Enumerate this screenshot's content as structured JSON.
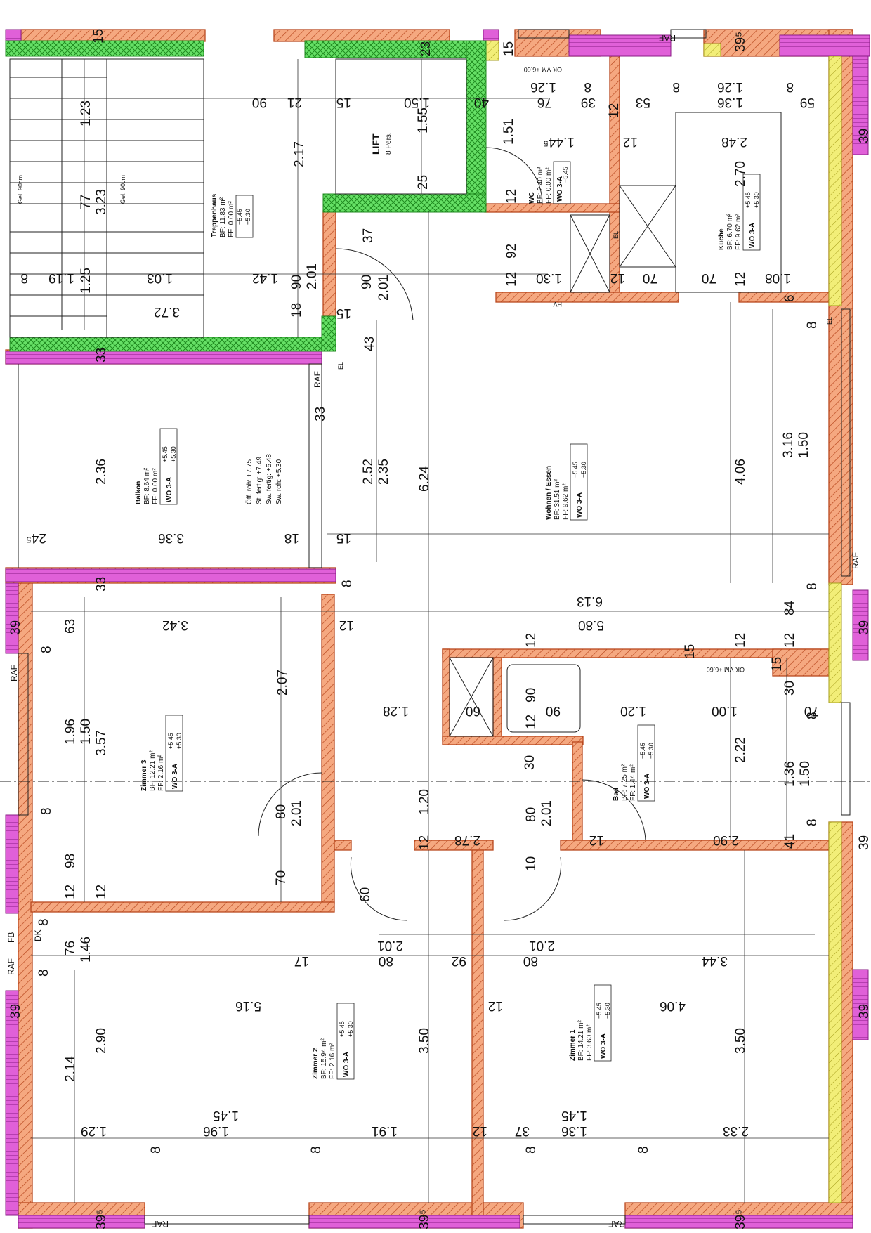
{
  "plan": {
    "colors": {
      "wall": "#f5a880",
      "wall_stroke": "#b8471d",
      "insulation_pink": "#e060d8",
      "insulation_yellow": "#f2ee78",
      "lift_green": "#66e066",
      "line": "#222222"
    },
    "rooms": [
      {
        "id": "treppenhaus",
        "name": "Treppenhaus",
        "bf": "BF: 11.83 m²",
        "ff": "FF:  0.00 m²",
        "tag": "WO 3-A",
        "lvl1": "+5.45",
        "lvl2": "+5.30"
      },
      {
        "id": "lift",
        "name": "LIFT",
        "cap": "8 Pers."
      },
      {
        "id": "wc",
        "name": "WC",
        "bf": "BF: 2.40 m²",
        "ff": "FF:  0.00 m²",
        "tag": "WO 3-A",
        "lvl1": "+5.45",
        "lvl2": "+5.30"
      },
      {
        "id": "kueche",
        "name": "Küche",
        "bf": "BF: 6.70 m²",
        "ff": "FF:  9.62 m²",
        "tag": "WO 3-A",
        "lvl1": "+5.45",
        "lvl2": "+5.30"
      },
      {
        "id": "balkon",
        "name": "Balkon",
        "bf": "BF: 8.64 m²",
        "ff": "FF:  0.00 m²",
        "tag": "WO 3-A",
        "lvl1": "+5.45",
        "lvl2": "+5.30"
      },
      {
        "id": "wohnen",
        "name": "Wohnen / Essen",
        "bf": "BF: 31.51 m²",
        "ff": "FF:  9.62 m²",
        "tag": "WO 3-A",
        "lvl1": "+5.45",
        "lvl2": "+5.30"
      },
      {
        "id": "zimmer3",
        "name": "Zimmer 3",
        "bf": "BF: 12.21 m²",
        "ff": "FF:  2.16 m²",
        "tag": "WO 3-A",
        "lvl1": "+5.45",
        "lvl2": "+5.30"
      },
      {
        "id": "bad",
        "name": "Bad",
        "bf": "BF: 7.25 m²",
        "ff": "FF:  1.44 m²",
        "tag": "WO 3-A",
        "lvl1": "+5.45",
        "lvl2": "+5.30"
      },
      {
        "id": "zimmer2",
        "name": "Zimmer 2",
        "bf": "BF: 15.94 m²",
        "ff": "FF:  2.16 m²",
        "tag": "WO 3-A",
        "lvl1": "+5.45",
        "lvl2": "+5.30"
      },
      {
        "id": "zimmer1",
        "name": "Zimmer 1",
        "bf": "BF: 14.21 m²",
        "ff": "FF:  3.60 m²",
        "tag": "WO 3-A",
        "lvl1": "+5.45",
        "lvl2": "+5.30"
      }
    ],
    "balcony_heights": [
      "Öff. roh:   +7.75",
      "St. fertig: +7.49",
      "Sw. fertig: +5.48",
      "Sw. roh:   +5.30"
    ],
    "stair_notes": [
      "Gel. 90cm",
      "Gel. 90cm"
    ],
    "labels": {
      "raf": "RAF",
      "fb": "FB",
      "dk": "DK",
      "el": "EL",
      "hv": "HV",
      "ok_vm": "OK VM +6.60"
    },
    "dims": {
      "d15": "15",
      "d23": "23",
      "d39a": "39",
      "d39b": "39⁵",
      "d123": "1.23",
      "d90a": "90",
      "d21": "21",
      "d15b": "15",
      "d150a": "1.50",
      "d40": "40",
      "d126": "1.26",
      "d8a": "8",
      "d8b": "8",
      "d8c": "8",
      "d76": "76",
      "d39c": "39",
      "d12a": "12",
      "d53": "53",
      "d136a": "1.36",
      "d59": "59",
      "d155": "1.55",
      "d151": "1.51",
      "d144": "1.44⁵",
      "d248": "2.48",
      "d39d": "39",
      "d77": "77",
      "d323": "3.23",
      "d217": "2.17",
      "d25": "25",
      "d12b": "12",
      "d270": "2.70",
      "d37": "37",
      "d92": "92",
      "d8d": "8",
      "d119": "1.19",
      "d125": "1.25",
      "d103": "1.03",
      "d142": "1.42",
      "d90b": "90",
      "d201a": "2.01",
      "d90c": "90",
      "d201b": "2.01",
      "d12c": "12",
      "d130": "1.30",
      "d12d": "12",
      "d70a": "70",
      "d70b": "70",
      "d12e": "12",
      "d108": "1.08",
      "d6": "6",
      "d372": "3.72",
      "d18a": "18",
      "d15c": "15",
      "d43": "43",
      "d8e": "8",
      "d33a": "33",
      "d33b": "33",
      "d236": "2.36",
      "d252": "2.52",
      "d235": "2.35",
      "d624": "6.24",
      "d406": "4.06",
      "d316": "3.16",
      "d150b": "1.50",
      "d245": "24⁵",
      "d336": "3.36",
      "d18b": "18",
      "d15d": "15",
      "d33c": "33",
      "d8f": "8",
      "d613": "6.13",
      "d8g": "8",
      "d39e": "39",
      "d63": "63",
      "d342": "3.42",
      "d12f": "12",
      "d580": "5.80",
      "d84": "84",
      "d39f": "39",
      "d12g": "12",
      "d15e": "15",
      "d12h": "12",
      "d15f": "15",
      "d207": "2.07",
      "d128": "1.28",
      "d60a": "60",
      "d12i": "12",
      "d90d": "90",
      "d90e": "90",
      "d120a": "1.20",
      "d100": "1.00",
      "d30a": "30",
      "d70c": "70",
      "d8h": "8",
      "d196": "1.96",
      "d150c": "1.50",
      "d357": "3.57",
      "d222": "2.22",
      "d136b": "1.36",
      "d150d": "1.50",
      "d30b": "30",
      "d120b": "1.20",
      "d80a": "80",
      "d201c": "2.01",
      "d80b": "80",
      "d201d": "2.01",
      "d8i": "8",
      "d8j": "8",
      "d98": "98",
      "d12j": "12",
      "d278": "2.78",
      "d12k": "12",
      "d290a": "2.90",
      "d41": "41",
      "d39g": "39",
      "d70d": "70",
      "d10": "10",
      "d60b": "60",
      "d12l": "12",
      "d12m": "12",
      "d8k": "8",
      "d76b": "76",
      "d146": "1.46",
      "d201e": "2.01",
      "d201f": "2.01",
      "d17": "17",
      "d80c": "80",
      "d92b": "92",
      "d80d": "80",
      "d344": "3.44",
      "d8l": "8",
      "d39h": "39",
      "d516": "5.16",
      "d12n": "12",
      "d406b": "4.06",
      "d39i": "39",
      "d290b": "2.90",
      "d350a": "3.50",
      "d350b": "3.50",
      "d214": "2.14",
      "d145a": "1.45",
      "d145b": "1.45",
      "d129": "1.29",
      "d196b": "1.96",
      "d191": "1.91",
      "d12o": "12",
      "d37b": "37",
      "d136c": "1.36",
      "d233": "2.33",
      "d8m": "8",
      "d8n": "8",
      "d8o": "8",
      "d8p": "8",
      "d395a": "39⁵",
      "d395b": "39⁵",
      "d395c": "39⁵"
    }
  }
}
